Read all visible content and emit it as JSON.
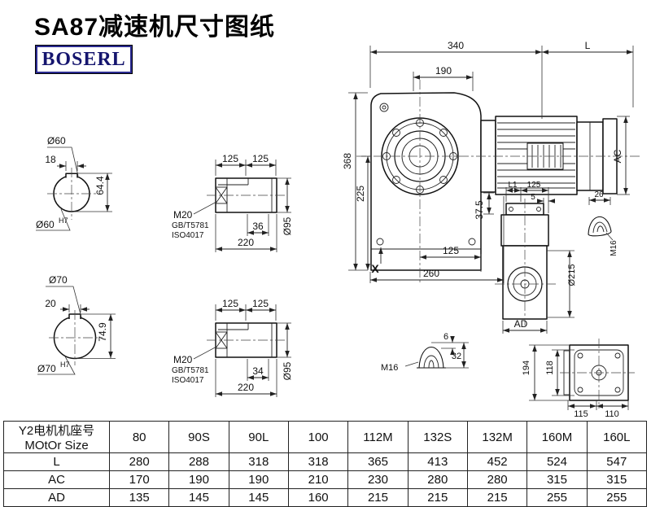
{
  "page": {
    "title": "SA87减速机尺寸图纸",
    "logo": "BOSERL"
  },
  "main_view": {
    "d340": "340",
    "dL": "L",
    "d190": "190",
    "d368": "368",
    "d225": "225",
    "dAC": "AC",
    "d37_5": "37.5",
    "d125": "125",
    "d260": "260",
    "dX": "X"
  },
  "shaft60": {
    "dia": "Ø60",
    "key_width": "18",
    "key_height": "64.4",
    "bore": "Ø60",
    "bore_tol": "H7"
  },
  "shaft70": {
    "dia": "Ø70",
    "key_width": "20",
    "key_height": "74.9",
    "bore": "Ø70",
    "bore_tol": "H7"
  },
  "shaft_top": {
    "d125a": "125",
    "d125b": "125",
    "thread": "M20",
    "std1": "GB/T5781",
    "std2": "ISO4017",
    "key_len": "36",
    "length": "220",
    "dia": "Ø95"
  },
  "shaft_bottom": {
    "d125a": "125",
    "d125b": "125",
    "thread": "M20",
    "std1": "GB/T5781",
    "std2": "ISO4017",
    "key_len": "34",
    "length": "220",
    "dia": "Ø95"
  },
  "side_view": {
    "dL1": "L1",
    "d125": "125",
    "d5": "5",
    "d26": "26",
    "thread": "M16",
    "dia": "Ø215",
    "dAD": "AD"
  },
  "plug_view": {
    "d6": "6",
    "d32": "32",
    "thread": "M16"
  },
  "rear_view": {
    "d194": "194",
    "d118": "118",
    "d115": "115",
    "d110": "110"
  },
  "table": {
    "header_cn": "Y2电机机座号",
    "header_en": "MOtOr Size",
    "columns": [
      "80",
      "90S",
      "90L",
      "100",
      "112M",
      "132S",
      "132M",
      "160M",
      "160L"
    ],
    "rows": [
      {
        "label": "L",
        "values": [
          "280",
          "288",
          "318",
          "318",
          "365",
          "413",
          "452",
          "524",
          "547"
        ]
      },
      {
        "label": "AC",
        "values": [
          "170",
          "190",
          "190",
          "210",
          "230",
          "280",
          "280",
          "315",
          "315"
        ]
      },
      {
        "label": "AD",
        "values": [
          "135",
          "145",
          "145",
          "160",
          "215",
          "215",
          "215",
          "255",
          "255"
        ]
      }
    ]
  }
}
